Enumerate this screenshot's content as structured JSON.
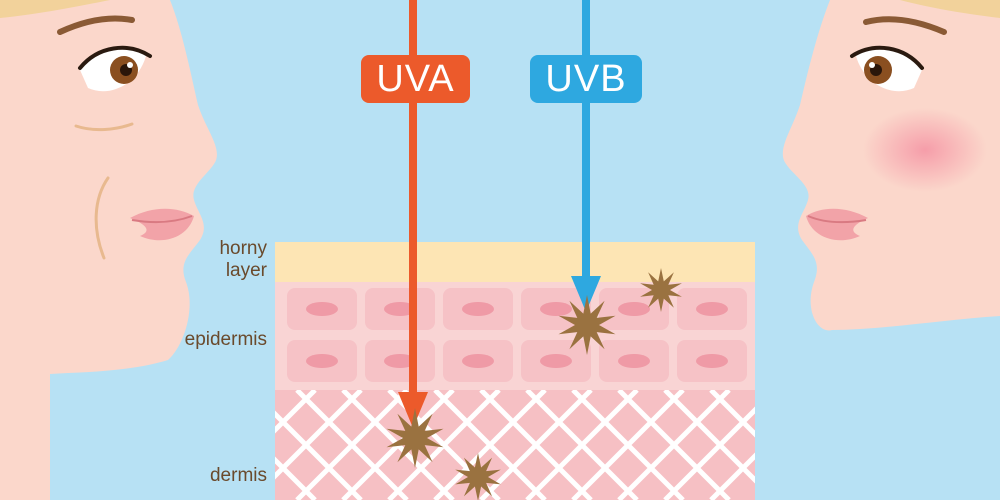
{
  "rays": {
    "uva": {
      "label": "UVA",
      "color": "#ec5a2b"
    },
    "uvb": {
      "label": "UVB",
      "color": "#2ea8e0"
    }
  },
  "layers": {
    "horny_line1": "horny",
    "horny_line2": "layer",
    "epidermis": "epidermis",
    "dermis": "dermis"
  },
  "colors": {
    "background": "#b7e1f4",
    "skin": "#fbd7cb",
    "horny_layer": "#fde5b4",
    "epidermis": "#f9d4d4",
    "dermis": "#f6c0c4",
    "damage_spot": "#9a7240",
    "label_text": "#6a4a2c"
  }
}
